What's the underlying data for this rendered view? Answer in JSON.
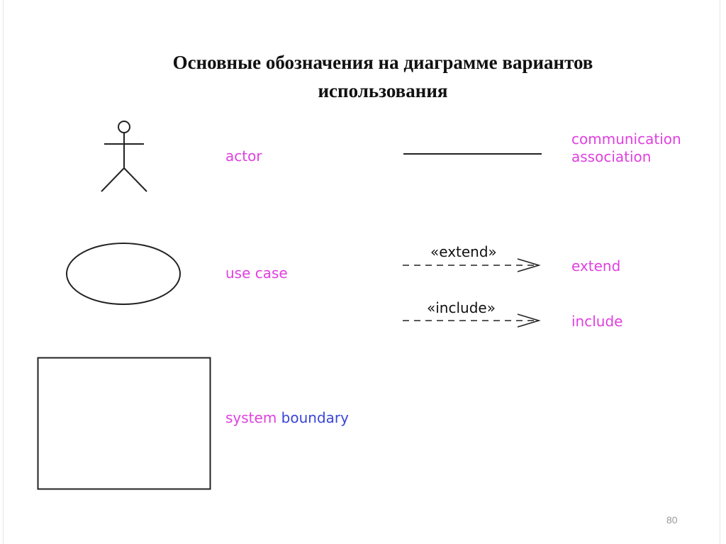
{
  "slide": {
    "title_line1": "Основные обозначения на диаграмме вариантов",
    "title_line2": "использования",
    "page_number": "80"
  },
  "legend": {
    "actor_label": "actor",
    "use_case_label": "use case",
    "system_label_part1": "system",
    "system_label_part2": "boundary",
    "association_label_line1": "communication",
    "association_label_line2": "association",
    "extend_stereotype": "«extend»",
    "extend_label": "extend",
    "include_stereotype": "«include»",
    "include_label": "include"
  },
  "colors": {
    "label": "#e040e0",
    "label_accent": "#3b44d8",
    "lines": "#222222"
  }
}
